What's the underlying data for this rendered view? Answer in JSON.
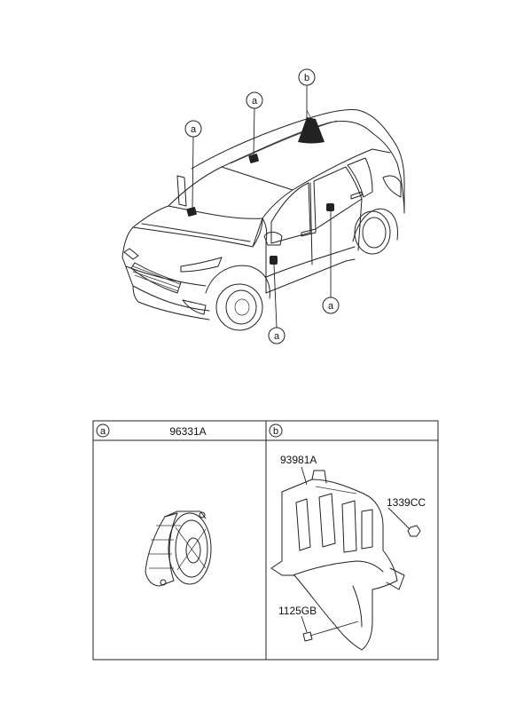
{
  "callouts": {
    "front_dash": "a",
    "roof_front": "a",
    "roof_antenna": "b",
    "rear_door": "a",
    "front_door": "a"
  },
  "panels": {
    "a": {
      "label": "a",
      "part_number": "96331A"
    },
    "b": {
      "label": "b",
      "part_numbers": {
        "antenna_bracket": "93981A",
        "nut": "1339CC",
        "bolt": "1125GB"
      }
    }
  }
}
